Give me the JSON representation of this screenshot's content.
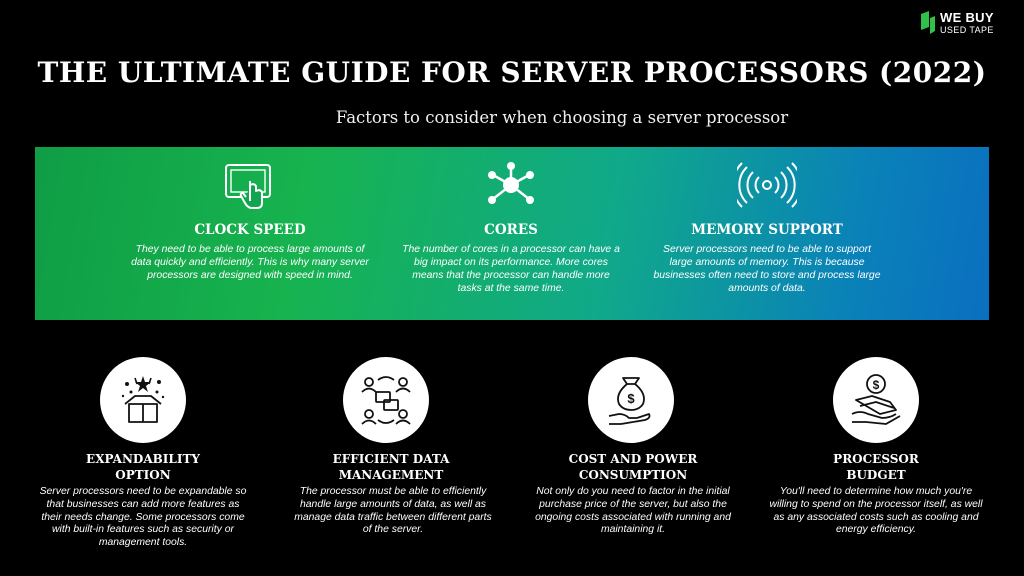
{
  "brand": {
    "logo_line1": "WE BUY",
    "logo_line2": "USED TAPE",
    "accent": "#2fc14a"
  },
  "header": {
    "title": "THE ULTIMATE GUIDE FOR SERVER PROCESSORS (2022)",
    "subtitle": "Factors to consider when choosing a server processor"
  },
  "band": {
    "colors": [
      "#17b34f",
      "#0a6fc0"
    ],
    "items": [
      {
        "icon": "tablet-touch-icon",
        "heading": "CLOCK SPEED",
        "text": "They need to be able to process large amounts of data quickly and efficiently. This is why many server processors are designed with speed in mind."
      },
      {
        "icon": "network-hub-icon",
        "heading": "CORES",
        "text": "The number of cores in a processor can have a big impact on its performance. More cores means that the processor can handle more tasks at the same time."
      },
      {
        "icon": "signal-waves-icon",
        "heading": "MEMORY SUPPORT",
        "text": "Server processors need to be able to support large amounts of memory. This is because businesses often need to store and process large amounts of data."
      }
    ]
  },
  "cards": [
    {
      "icon": "gift-box-icon",
      "heading_line1": "EXPANDABILITY",
      "heading_line2": "OPTION",
      "text": "Server processors need to be expandable so that businesses can add more features as their needs change. Some processors come with built-in features such as security or management tools."
    },
    {
      "icon": "team-chat-icon",
      "heading_line1": "EFFICIENT DATA",
      "heading_line2": "MANAGEMENT",
      "text": "The processor must be able to efficiently handle large amounts of data, as well as manage data traffic between different parts of the server."
    },
    {
      "icon": "money-hand-icon",
      "heading_line1": "COST AND POWER",
      "heading_line2": "CONSUMPTION",
      "text": "Not only do you need to factor in the initial purchase price of the server, but also the ongoing costs associated with running and maintaining it."
    },
    {
      "icon": "money-budget-icon",
      "heading_line1": "PROCESSOR",
      "heading_line2": "BUDGET",
      "text": "You'll need to determine how much you're willing to spend on the processor itself, as well as any associated costs such as cooling and energy efficiency."
    }
  ]
}
